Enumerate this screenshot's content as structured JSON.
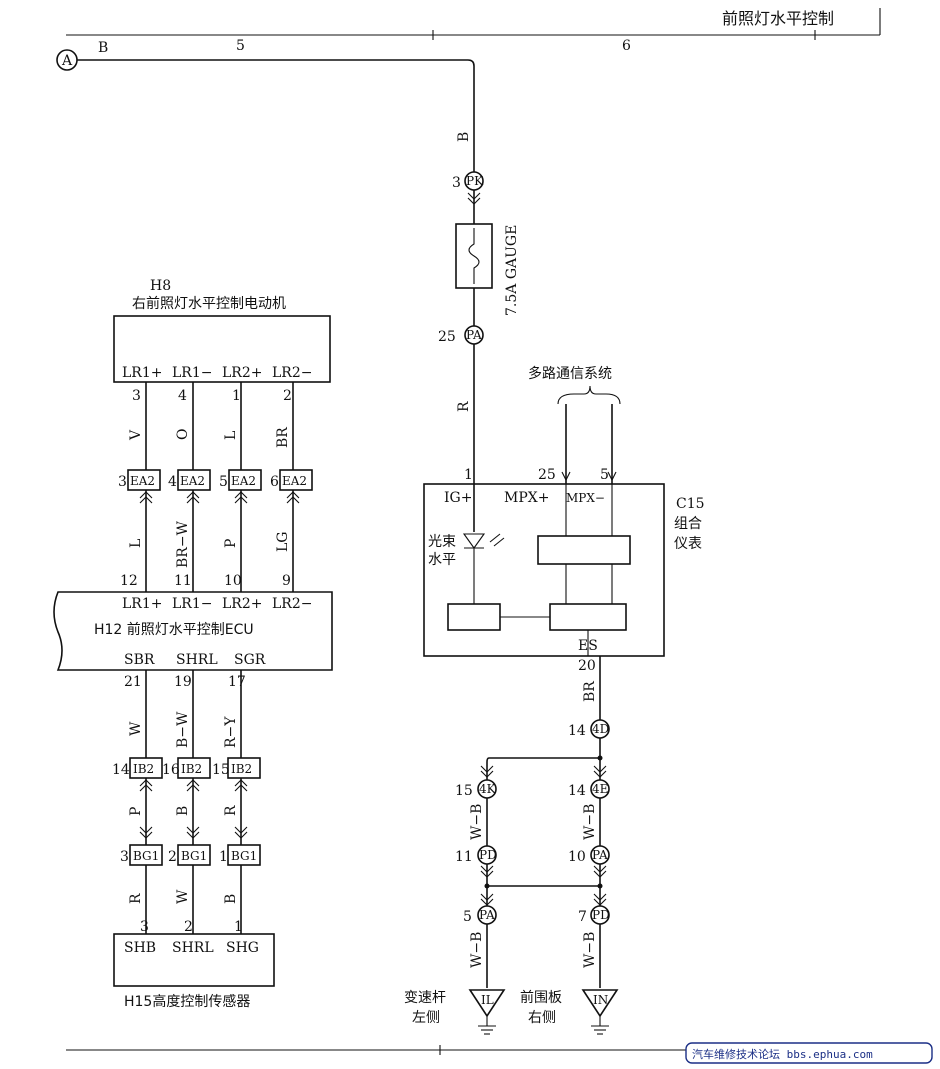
{
  "header": {
    "title": "前照灯水平控制",
    "col5": "5",
    "col6": "6"
  },
  "offpage": {
    "ref": "A",
    "wire": "B"
  },
  "h8": {
    "id": "H8",
    "name": "右前照灯水平控制电动机",
    "pins": [
      "LR1+",
      "LR1−",
      "LR2+",
      "LR2−"
    ],
    "pin_nums": [
      "3",
      "4",
      "1",
      "2"
    ],
    "wire_colors": [
      "V",
      "O",
      "L",
      "BR"
    ]
  },
  "ea2": {
    "code": "EA2",
    "nums": [
      "3",
      "4",
      "5",
      "6"
    ],
    "wire_colors_below": [
      "L",
      "BR−W",
      "P",
      "LG"
    ]
  },
  "h12": {
    "title": "H12 前照灯水平控制ECU",
    "top_pins": [
      "LR1+",
      "LR1−",
      "LR2+",
      "LR2−"
    ],
    "top_nums": [
      "12",
      "11",
      "10",
      "9"
    ],
    "bot_pins": [
      "SBR",
      "SHRL",
      "SGR"
    ],
    "bot_nums": [
      "21",
      "19",
      "17"
    ],
    "wire_colors_below": [
      "W",
      "B−W",
      "R−Y"
    ]
  },
  "ib2": {
    "code": "IB2",
    "nums": [
      "14",
      "16",
      "15"
    ],
    "wire_colors_below": [
      "P",
      "B",
      "R"
    ]
  },
  "bg1": {
    "code": "BG1",
    "nums": [
      "3",
      "2",
      "1"
    ],
    "wire_colors_below": [
      "R",
      "W",
      "B"
    ]
  },
  "h15": {
    "title": "H15高度控制传感器",
    "pins": [
      "SHB",
      "SHRL",
      "SHG"
    ],
    "pin_nums": [
      "3",
      "2",
      "1"
    ]
  },
  "fuse": {
    "label": "7.5A GAUGE",
    "top_conn": "PK",
    "top_num": "3",
    "bot_conn": "PA",
    "bot_num": "25",
    "wire_top": "B",
    "wire_bot": "R"
  },
  "mpx": {
    "title": "多路通信系统"
  },
  "c15": {
    "id": "C15",
    "name_l1": "组合",
    "name_l2": "仪表",
    "pins": {
      "ig": "IG+",
      "mpx_p": "MPX+",
      "mpx_m": "MPX−",
      "es": "ES"
    },
    "nums": {
      "ig": "1",
      "mpx_p": "25",
      "mpx_m": "5",
      "es": "20"
    },
    "lamp_l1": "光束",
    "lamp_l2": "水平",
    "wire_es": "BR"
  },
  "ground": {
    "c4d": "4D",
    "n4d": "14",
    "c4k": "4K",
    "n4k": "15",
    "c4e": "4E",
    "n4e": "14",
    "wire_wb": "W−B",
    "cpd_l": "PD",
    "npd_l": "11",
    "cpa_r": "PA",
    "npa_r": "10",
    "cpa_l": "PA",
    "npa_l": "5",
    "cpd_r": "PD",
    "npd_r": "7",
    "il": "IL",
    "in": "IN",
    "il_l1": "变速杆",
    "il_l2": "左侧",
    "in_l1": "前围板",
    "in_l2": "右侧"
  },
  "watermark": "汽车维修技术论坛 bbs.ephua.com"
}
